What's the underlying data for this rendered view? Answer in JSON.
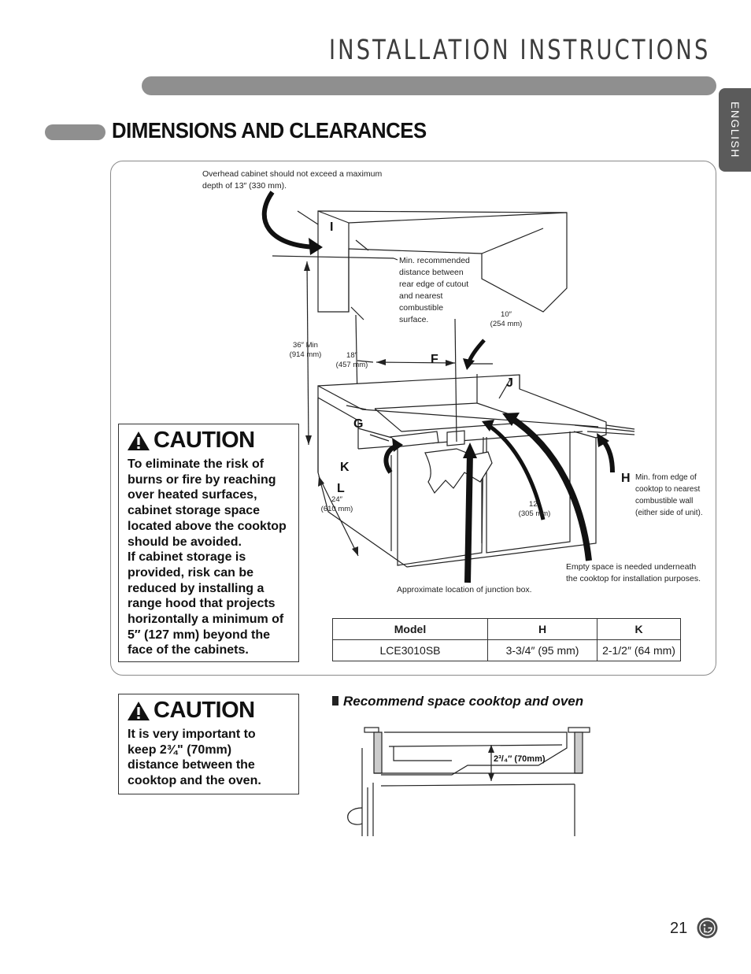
{
  "header": {
    "title": "INSTALLATION INSTRUCTIONS",
    "language_tab": "ENGLISH"
  },
  "section": {
    "title": "DIMENSIONS AND CLEARANCES"
  },
  "diagram": {
    "overhead_note_1": "Overhead cabinet should not exceed a maximum",
    "overhead_note_2": "depth of 13″ (330 mm).",
    "min_rec_1": "Min. recommended",
    "min_rec_2": "distance between",
    "min_rec_3": "rear edge of cutout",
    "min_rec_4": "and nearest",
    "min_rec_5": "combustible",
    "min_rec_6": "surface.",
    "dim_10_a": "10″",
    "dim_10_b": "(254 mm)",
    "dim_36_a": "36″ Min",
    "dim_36_b": "(914 mm)",
    "dim_18_a": "18″",
    "dim_18_b": "(457 mm)",
    "dim_24_a": "24″",
    "dim_24_b": "(610 mm)",
    "dim_12_a": "12″",
    "dim_12_b": "(305 mm)",
    "letter_i": "I",
    "letter_f": "F",
    "letter_j": "J",
    "letter_g": "G",
    "letter_k": "K",
    "letter_l": "L",
    "letter_h": "H",
    "h_note_1": "Min. from edge of",
    "h_note_2": "cooktop to nearest",
    "h_note_3": "combustible wall",
    "h_note_4": "(either side of unit).",
    "empty_note_1": "Empty space is needed underneath",
    "empty_note_2": "the cooktop for installation purposes.",
    "junction_note": "Approximate location of junction box."
  },
  "caution_1": {
    "heading": "CAUTION",
    "lines": [
      "To eliminate the risk of",
      "burns or fire by reaching",
      "over heated surfaces,",
      "cabinet storage space",
      "located above the cooktop",
      "should be avoided.",
      "If cabinet storage is",
      "provided, risk can be",
      "reduced by installing a",
      "range hood that projects",
      "horizontally a minimum of",
      "5″ (127 mm) beyond the",
      "face of the cabinets."
    ]
  },
  "spec_table": {
    "headers": [
      "Model",
      "H",
      "K"
    ],
    "rows": [
      [
        "LCE3010SB",
        "3-3/4″ (95 mm)",
        "2-1/2″ (64 mm)"
      ]
    ]
  },
  "caution_2": {
    "heading": "CAUTION",
    "lines": [
      "It is very important to",
      "keep 2¾\" (70mm)",
      "distance between the",
      "cooktop and the oven."
    ]
  },
  "recommend": {
    "title": "Recommend space cooktop and oven",
    "dim_label": "2³/₄″ (70mm)"
  },
  "footer": {
    "page_number": "21",
    "logo": "LG"
  },
  "colors": {
    "bar_gray": "#8f8f8f",
    "tab_gray": "#5b5b5b",
    "ink": "#111111"
  },
  "icons": [
    "warning-triangle-icon",
    "lg-logo-icon"
  ]
}
